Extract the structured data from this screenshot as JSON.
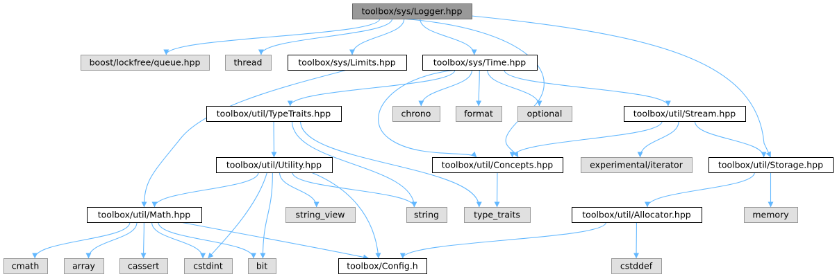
{
  "colors": {
    "edge": "#63b8ff",
    "focus_fill": "#999999",
    "focus_stroke": "#666666",
    "file_fill": "#ffffff",
    "file_stroke": "#000000",
    "system_fill": "#e0e0e0",
    "system_stroke": "#999999"
  },
  "nodes": [
    {
      "id": "logger",
      "label": "toolbox/sys/Logger.hpp",
      "kind": "focus"
    },
    {
      "id": "lockfree",
      "label": "boost/lockfree/queue.hpp",
      "kind": "system"
    },
    {
      "id": "thread",
      "label": "thread",
      "kind": "system"
    },
    {
      "id": "limits",
      "label": "toolbox/sys/Limits.hpp",
      "kind": "file"
    },
    {
      "id": "time",
      "label": "toolbox/sys/Time.hpp",
      "kind": "file"
    },
    {
      "id": "typetraits_h",
      "label": "toolbox/util/TypeTraits.hpp",
      "kind": "file"
    },
    {
      "id": "chrono",
      "label": "chrono",
      "kind": "system"
    },
    {
      "id": "format",
      "label": "format",
      "kind": "system"
    },
    {
      "id": "optional",
      "label": "optional",
      "kind": "system"
    },
    {
      "id": "stream",
      "label": "toolbox/util/Stream.hpp",
      "kind": "file"
    },
    {
      "id": "utility",
      "label": "toolbox/util/Utility.hpp",
      "kind": "file"
    },
    {
      "id": "concepts",
      "label": "toolbox/util/Concepts.hpp",
      "kind": "file"
    },
    {
      "id": "expiter",
      "label": "experimental/iterator",
      "kind": "system"
    },
    {
      "id": "storage",
      "label": "toolbox/util/Storage.hpp",
      "kind": "file"
    },
    {
      "id": "math",
      "label": "toolbox/util/Math.hpp",
      "kind": "file"
    },
    {
      "id": "string_view",
      "label": "string_view",
      "kind": "system"
    },
    {
      "id": "string",
      "label": "string",
      "kind": "system"
    },
    {
      "id": "type_traits",
      "label": "type_traits",
      "kind": "system"
    },
    {
      "id": "allocator",
      "label": "toolbox/util/Allocator.hpp",
      "kind": "file"
    },
    {
      "id": "memory",
      "label": "memory",
      "kind": "system"
    },
    {
      "id": "cmath",
      "label": "cmath",
      "kind": "system"
    },
    {
      "id": "array",
      "label": "array",
      "kind": "system"
    },
    {
      "id": "cassert",
      "label": "cassert",
      "kind": "system"
    },
    {
      "id": "cstdint",
      "label": "cstdint",
      "kind": "system"
    },
    {
      "id": "bit",
      "label": "bit",
      "kind": "system"
    },
    {
      "id": "config",
      "label": "toolbox/Config.h",
      "kind": "file"
    },
    {
      "id": "cstddef",
      "label": "cstddef",
      "kind": "system"
    }
  ],
  "edges": [
    {
      "from": "logger",
      "to": "lockfree"
    },
    {
      "from": "logger",
      "to": "thread"
    },
    {
      "from": "logger",
      "to": "limits"
    },
    {
      "from": "logger",
      "to": "time"
    },
    {
      "from": "logger",
      "to": "concepts"
    },
    {
      "from": "logger",
      "to": "storage"
    },
    {
      "from": "limits",
      "to": "math"
    },
    {
      "from": "time",
      "to": "typetraits_h"
    },
    {
      "from": "time",
      "to": "chrono"
    },
    {
      "from": "time",
      "to": "format"
    },
    {
      "from": "time",
      "to": "optional"
    },
    {
      "from": "time",
      "to": "stream"
    },
    {
      "from": "time",
      "to": "concepts"
    },
    {
      "from": "typetraits_h",
      "to": "utility"
    },
    {
      "from": "typetraits_h",
      "to": "string"
    },
    {
      "from": "typetraits_h",
      "to": "type_traits"
    },
    {
      "from": "stream",
      "to": "concepts"
    },
    {
      "from": "stream",
      "to": "expiter"
    },
    {
      "from": "stream",
      "to": "storage"
    },
    {
      "from": "utility",
      "to": "math"
    },
    {
      "from": "utility",
      "to": "string_view"
    },
    {
      "from": "utility",
      "to": "string"
    },
    {
      "from": "utility",
      "to": "cstdint"
    },
    {
      "from": "utility",
      "to": "bit"
    },
    {
      "from": "utility",
      "to": "config"
    },
    {
      "from": "concepts",
      "to": "type_traits"
    },
    {
      "from": "storage",
      "to": "allocator"
    },
    {
      "from": "storage",
      "to": "memory"
    },
    {
      "from": "math",
      "to": "cmath"
    },
    {
      "from": "math",
      "to": "array"
    },
    {
      "from": "math",
      "to": "cassert"
    },
    {
      "from": "math",
      "to": "cstdint"
    },
    {
      "from": "math",
      "to": "bit"
    },
    {
      "from": "math",
      "to": "config"
    },
    {
      "from": "allocator",
      "to": "config"
    },
    {
      "from": "allocator",
      "to": "cstddef"
    }
  ]
}
